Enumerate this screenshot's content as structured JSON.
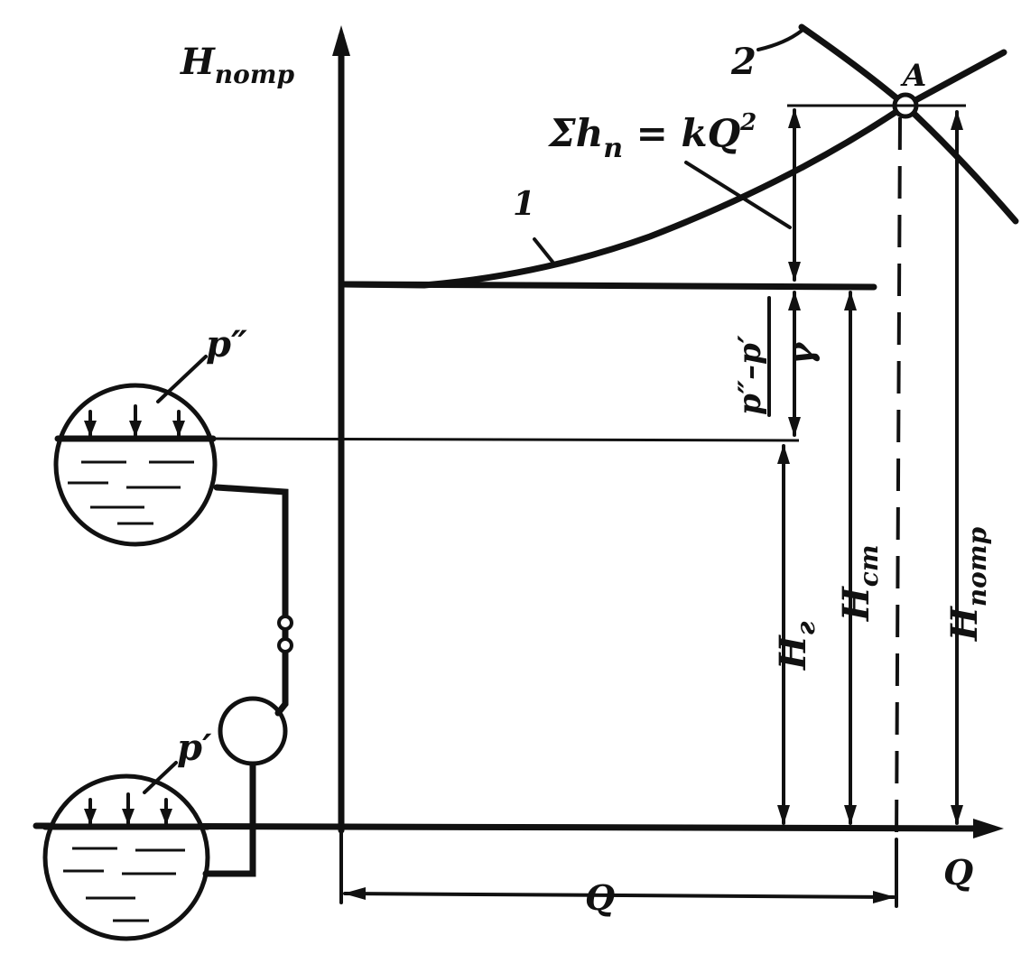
{
  "labels": {
    "y_axis": "H",
    "y_axis_sub": "потр",
    "x_axis": "Q",
    "curve_1": "1",
    "curve_2": "2",
    "point_a": "A",
    "sum_losses_main": "Σh",
    "sum_losses_sub": "п",
    "sum_losses_rhs": " = kQ",
    "sum_losses_exp": "2",
    "pressure_num": "p″–p′",
    "pressure_den": "γ",
    "h_geom": "H",
    "h_geom_sub": "г",
    "h_static": "H",
    "h_static_sub": "ст",
    "h_required": "H",
    "h_required_sub": "потр",
    "q_dim": "Q",
    "upper_pressure": "p″",
    "lower_pressure": "p′"
  },
  "colors": {
    "ink": "#111111",
    "paper": "#ffffff"
  }
}
